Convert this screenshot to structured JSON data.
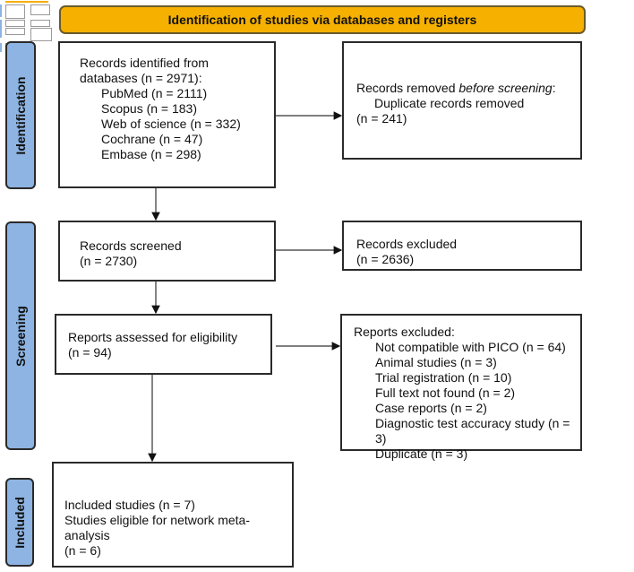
{
  "header": {
    "title": "Identification of studies via databases and registers",
    "color": "#f5b000"
  },
  "phases": [
    {
      "label": "Identification",
      "color": "#8db4e2"
    },
    {
      "label": "Screening",
      "color": "#8db4e2"
    },
    {
      "label": "Included",
      "color": "#8db4e2"
    }
  ],
  "boxes": {
    "identified": {
      "lines": [
        "Records identified from",
        "databases (n = 2971):"
      ],
      "items": [
        "PubMed (n = 2111)",
        "Scopus (n = 183)",
        "Web of science (n = 332)",
        "Cochrane (n = 47)",
        "Embase (n = 298)"
      ]
    },
    "removed": {
      "prefix": "Records removed ",
      "emph": "before screening",
      "suffix": ":",
      "items": [
        "Duplicate records removed"
      ],
      "count": "(n = 241)"
    },
    "screened": {
      "lines": [
        "Records screened",
        "(n = 2730)"
      ]
    },
    "excluded": {
      "lines": [
        "Records excluded",
        "(n = 2636)"
      ]
    },
    "assessed": {
      "lines": [
        "Reports assessed for eligibility",
        "(n = 94)"
      ]
    },
    "reports_excluded": {
      "title": "Reports excluded:",
      "items": [
        "Not compatible with PICO (n = 64)",
        "Animal studies (n = 3)",
        "Trial registration (n = 10)",
        "Full text not found (n = 2)",
        "Case reports (n = 2)",
        "Diagnostic test accuracy study (n = 3)",
        "Duplicate (n = 3)"
      ]
    },
    "included": {
      "lines": [
        "Included studies (n = 7)",
        "Studies eligible for network meta-analysis",
        "(n = 6)"
      ]
    }
  }
}
